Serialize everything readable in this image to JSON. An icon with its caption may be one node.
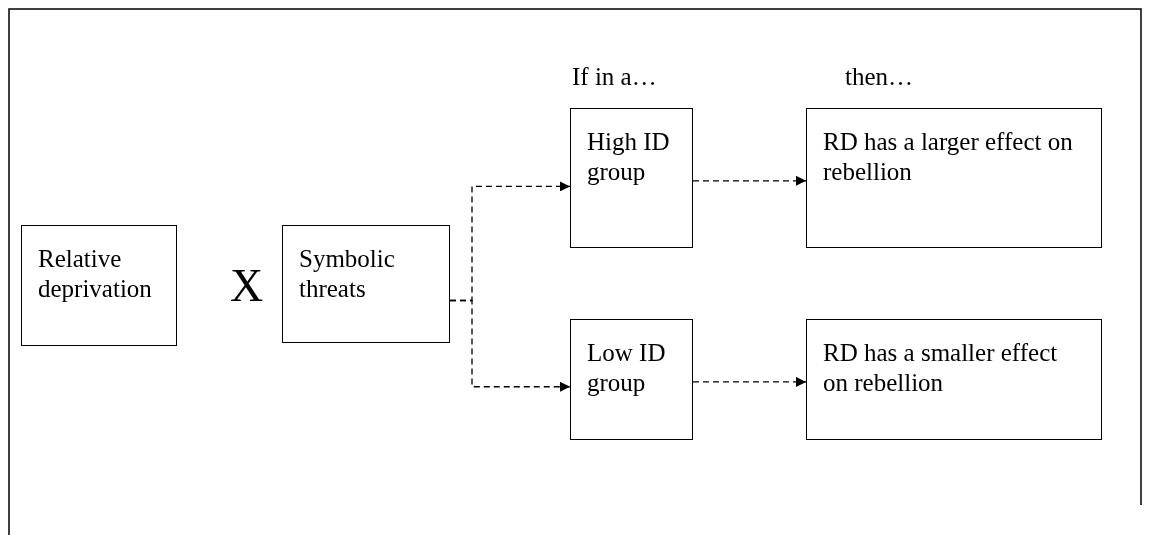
{
  "diagram": {
    "nodes": [
      {
        "text": [
          "Relative deprivation"
        ]
      },
      {
        "text": [
          "Symbolic threats"
        ]
      },
      {
        "text": [
          "High ID group"
        ]
      },
      {
        "text": [
          "RD has a larger effect on rebellion"
        ]
      },
      {
        "text": [
          "Low ID group"
        ]
      },
      {
        "text": [
          "RD has a smaller effect on rebellion"
        ]
      }
    ],
    "edges": [
      {
        "from": 1,
        "to": 2,
        "arrow": "to",
        "style": "dashed"
      },
      {
        "from": 1,
        "to": 4,
        "arrow": "to",
        "style": "dashed"
      },
      {
        "from": 2,
        "to": 3,
        "arrow": "to",
        "style": "dashed"
      },
      {
        "from": 4,
        "to": 5,
        "arrow": "to",
        "style": "dashed"
      }
    ],
    "labels": [
      "If in a…",
      "then…",
      "X"
    ]
  }
}
